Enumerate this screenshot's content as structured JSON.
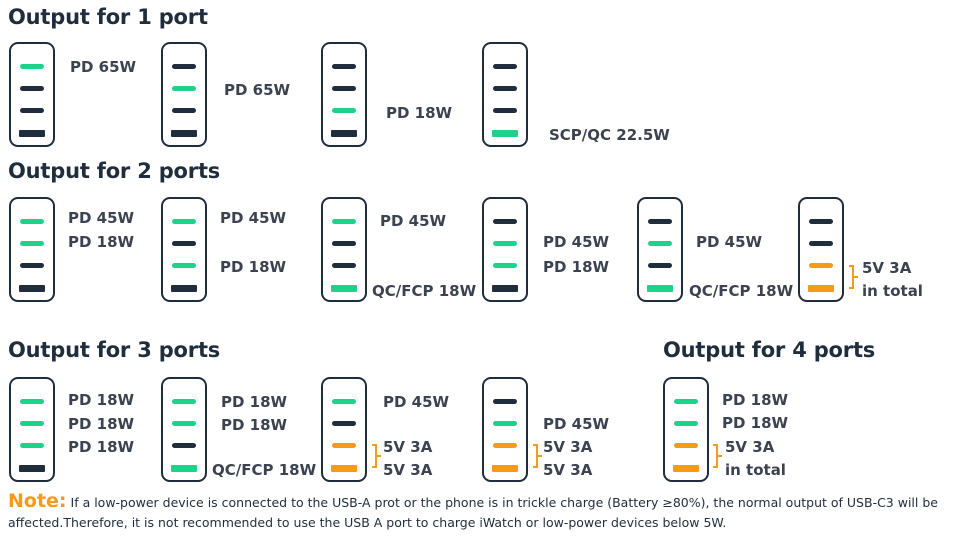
{
  "sections": {
    "one": "Output for 1 port",
    "two": "Output for 2 ports",
    "three": "Output for 3 ports",
    "four": "Output for 4 ports"
  },
  "labels": {
    "pd65w": "PD 65W",
    "pd45w": "PD 45W",
    "pd18w": "PD 18W",
    "scp": "SCP/QC 22.5W",
    "qcfcp": "QC/FCP 18W",
    "v5a3": "5V 3A",
    "intotal": "in total"
  },
  "note": {
    "heading": "Note:",
    "text": " If a low-power device is connected to the USB-A prot or the phone is in trickle charge (Battery ≥80%), the normal output of USB-C3 will be affected.Therefore, it is not recommended to use the USB A port to charge iWatch or low-power devices below 5W."
  },
  "colors": {
    "active_port": "#1dd38b",
    "shared_port": "#f59a1a",
    "idle_port": "#1f2d3d",
    "note_accent": "#f59a1a"
  }
}
